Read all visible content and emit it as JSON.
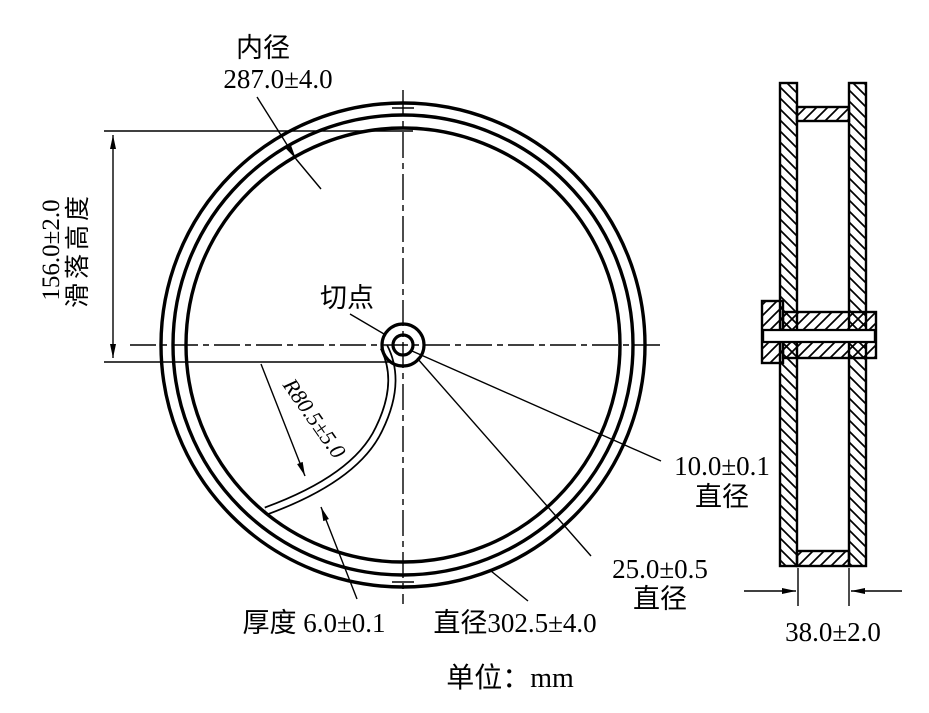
{
  "front_view": {
    "inner_diameter": {
      "label": "内径",
      "value": "287.0±4.0"
    },
    "slide_height": {
      "value": "156.0±2.0",
      "label": "滑落高度"
    },
    "tangent_point": {
      "label": "切点"
    },
    "slide_radius": {
      "value": "R80.5±5.0"
    },
    "axle_hole": {
      "value": "10.0±0.1",
      "label": "直径"
    },
    "hub": {
      "value": "25.0±0.5",
      "label": "直径"
    },
    "thickness": {
      "label": "厚度 6.0±0.1"
    },
    "outer_diameter": {
      "label": "直径302.5±4.0"
    }
  },
  "side_view": {
    "width": {
      "value": "38.0±2.0"
    }
  },
  "unit_note": "单位：mm",
  "colors": {
    "line": "#000000",
    "background": "#ffffff"
  }
}
